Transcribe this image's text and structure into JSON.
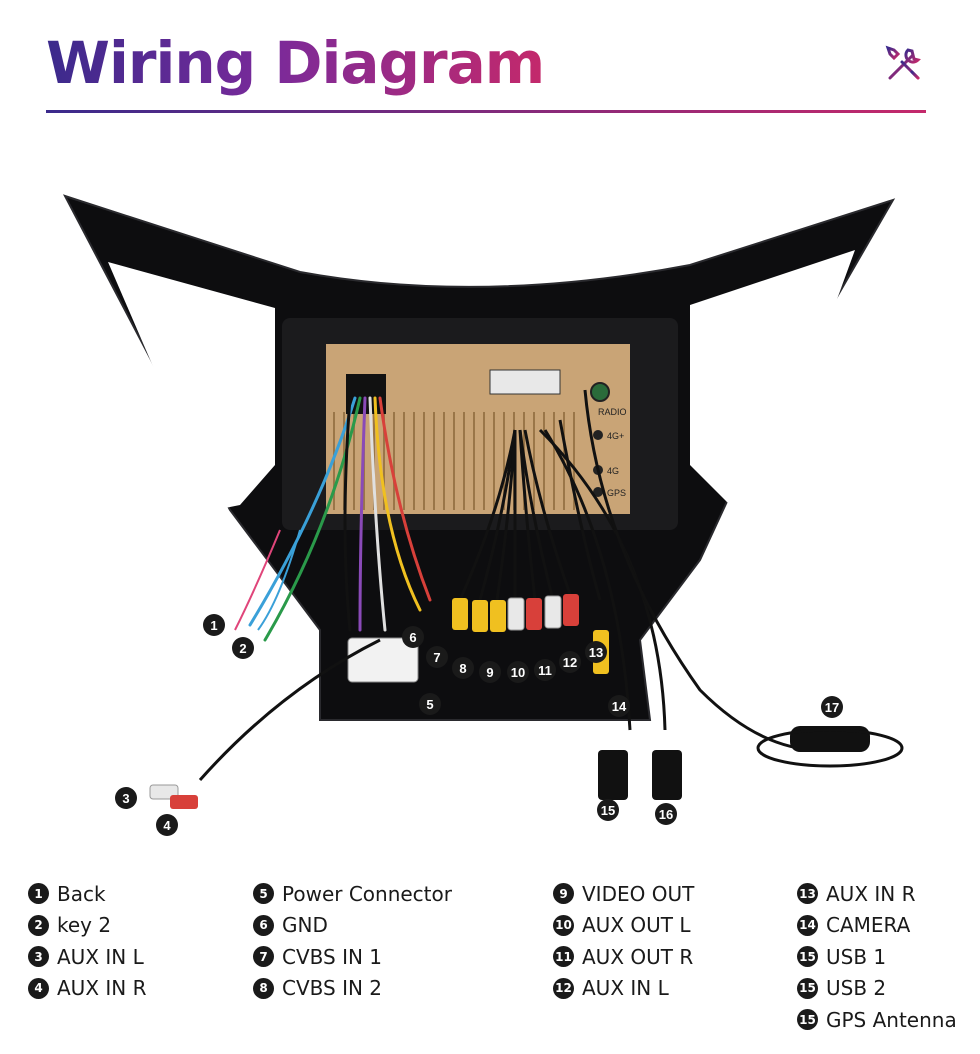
{
  "header": {
    "title": "Wiring Diagram",
    "icon": "tools-icon",
    "gradient_start": "#3b2a8c",
    "gradient_end": "#c4296b"
  },
  "diagram": {
    "callouts": [
      "1",
      "2",
      "3",
      "4",
      "5",
      "6",
      "7",
      "8",
      "9",
      "10",
      "11",
      "12",
      "13",
      "14",
      "15",
      "16",
      "17"
    ],
    "panel_labels": {
      "radio": "RADIO",
      "4g_plus": "4G+",
      "4g": "4G",
      "gps": "GPS"
    }
  },
  "legend": {
    "columns": [
      [
        {
          "num": "1",
          "label": "Back"
        },
        {
          "num": "2",
          "label": "key 2"
        },
        {
          "num": "3",
          "label": "AUX IN L"
        },
        {
          "num": "4",
          "label": "AUX IN R"
        }
      ],
      [
        {
          "num": "5",
          "label": "Power Connector"
        },
        {
          "num": "6",
          "label": "GND"
        },
        {
          "num": "7",
          "label": "CVBS IN 1"
        },
        {
          "num": "8",
          "label": "CVBS IN 2"
        }
      ],
      [
        {
          "num": "9",
          "label": "VIDEO OUT"
        },
        {
          "num": "10",
          "label": "AUX OUT L"
        },
        {
          "num": "11",
          "label": "AUX OUT R"
        },
        {
          "num": "12",
          "label": "AUX IN L"
        }
      ],
      [
        {
          "num": "13",
          "label": "AUX IN R"
        },
        {
          "num": "14",
          "label": "CAMERA"
        },
        {
          "num": "15",
          "label": "USB 1"
        },
        {
          "num": "15",
          "label": "USB 2"
        },
        {
          "num": "15",
          "label": "GPS Antenna"
        }
      ]
    ]
  }
}
